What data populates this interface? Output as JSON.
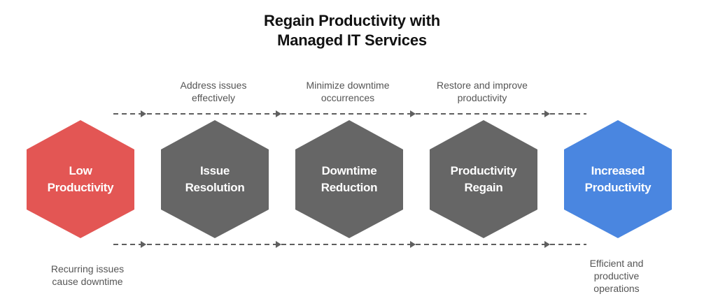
{
  "title": {
    "line1": "Regain Productivity with",
    "line2": "Managed IT Services"
  },
  "colors": {
    "start": "#e35654",
    "step": "#666666",
    "end": "#4a86e0",
    "connector": "#5f5f5f",
    "note_text": "#555555"
  },
  "steps": [
    {
      "line1": "Low",
      "line2": "Productivity",
      "color": "#e35654",
      "note": {
        "position": "below",
        "lines": [
          "Recurring issues",
          "cause downtime"
        ]
      }
    },
    {
      "line1": "Issue",
      "line2": "Resolution",
      "color": "#666666",
      "note": {
        "position": "above",
        "lines": [
          "Address issues",
          "effectively"
        ]
      }
    },
    {
      "line1": "Downtime",
      "line2": "Reduction",
      "color": "#666666",
      "note": {
        "position": "above",
        "lines": [
          "Minimize downtime",
          "occurrences"
        ]
      }
    },
    {
      "line1": "Productivity",
      "line2": "Regain",
      "color": "#666666",
      "note": {
        "position": "above",
        "lines": [
          "Restore and improve",
          "productivity"
        ]
      }
    },
    {
      "line1": "Increased",
      "line2": "Productivity",
      "color": "#4a86e0",
      "note": {
        "position": "below",
        "lines": [
          "Efficient and",
          "productive",
          "operations"
        ]
      }
    }
  ],
  "connectors": {
    "style": "dashed",
    "arrow_icon": "arrow-right-icon",
    "count_per_line": 4
  }
}
